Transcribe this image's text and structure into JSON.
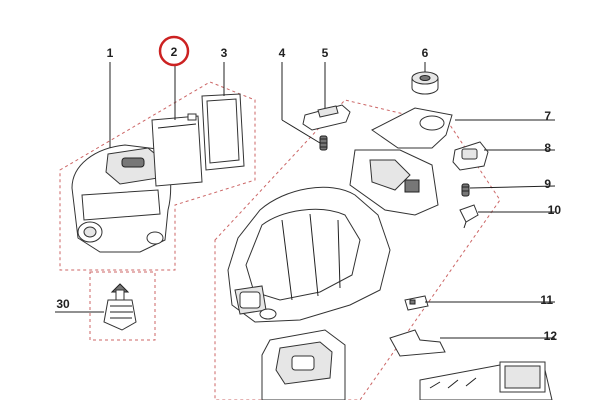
{
  "diagram": {
    "parts": [
      {
        "id": "1",
        "label": "1"
      },
      {
        "id": "2",
        "label": "2",
        "highlighted": true
      },
      {
        "id": "3",
        "label": "3"
      },
      {
        "id": "4",
        "label": "4"
      },
      {
        "id": "5",
        "label": "5"
      },
      {
        "id": "6",
        "label": "6"
      },
      {
        "id": "7",
        "label": "7"
      },
      {
        "id": "8",
        "label": "8"
      },
      {
        "id": "9",
        "label": "9"
      },
      {
        "id": "10",
        "label": "10"
      },
      {
        "id": "11",
        "label": "11"
      },
      {
        "id": "12",
        "label": "12"
      },
      {
        "id": "30",
        "label": "30"
      }
    ],
    "highlight_color": "#cc2222",
    "dash_color": "#cc6666"
  }
}
